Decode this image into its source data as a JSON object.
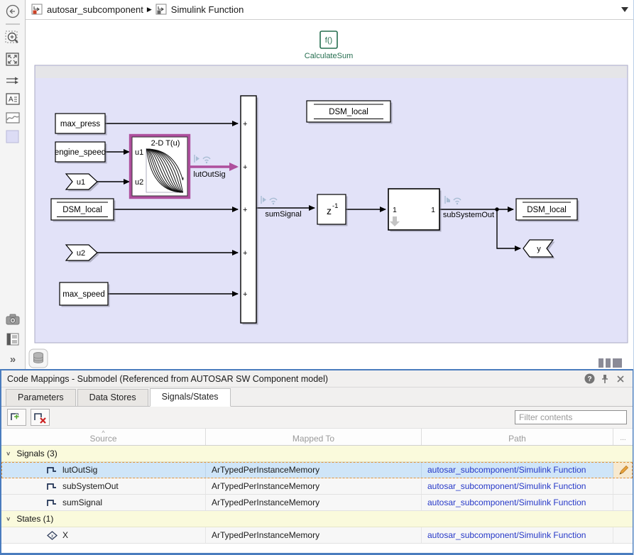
{
  "icons": {
    "caret_right": "▶",
    "caret_down_note": "toolbar-collapse",
    "double_chevron": "»",
    "help_glyph": "?",
    "sort_caret": "^",
    "group_chevron": "∨",
    "header_more": "..."
  },
  "breadcrumb": {
    "model": "autosar_subcomponent",
    "subsystem": "Simulink Function"
  },
  "canvas": {
    "function_badge": "f()",
    "function_name": "CalculateSum",
    "plus": "+",
    "blocks": {
      "max_press": "max_press",
      "engine_speed": "engine_speed",
      "u1_port": "u1",
      "u2_port": "u2",
      "max_speed": "max_speed",
      "dsm_local": "DSM_local",
      "lut_title": "2-D T(u)",
      "lut_u1": "u1",
      "lut_u2": "u2",
      "delay_base": "z",
      "delay_exp": "-1",
      "subsys_in": "1",
      "subsys_out": "1",
      "y_port": "y"
    },
    "signals": {
      "lutOutSig": "lutOutSig",
      "sumSignal": "sumSignal",
      "subSystemOut": "subSystemOut"
    },
    "colors": {
      "highlight": "#ae4f9d",
      "function_green": "#256e4f",
      "region_bg": "#e2e2f8"
    }
  },
  "panel": {
    "title": "Code Mappings - Submodel (Referenced from AUTOSAR SW Component model)",
    "tabs": [
      "Parameters",
      "Data Stores",
      "Signals/States"
    ],
    "active_tab": "Signals/States",
    "filter_placeholder": "Filter contents",
    "columns": [
      "Source",
      "Mapped To",
      "Path",
      "..."
    ],
    "groups": [
      {
        "label": "Signals (3)",
        "rows": [
          {
            "source": "lutOutSig",
            "mapped_to": "ArTypedPerInstanceMemory",
            "path": "autosar_subcomponent/Simulink Function"
          },
          {
            "source": "subSystemOut",
            "mapped_to": "ArTypedPerInstanceMemory",
            "path": "autosar_subcomponent/Simulink Function"
          },
          {
            "source": "sumSignal",
            "mapped_to": "ArTypedPerInstanceMemory",
            "path": "autosar_subcomponent/Simulink Function"
          }
        ]
      },
      {
        "label": "States (1)",
        "rows": [
          {
            "source": "X",
            "mapped_to": "ArTypedPerInstanceMemory",
            "path": "autosar_subcomponent/Simulink Function"
          }
        ]
      }
    ]
  }
}
